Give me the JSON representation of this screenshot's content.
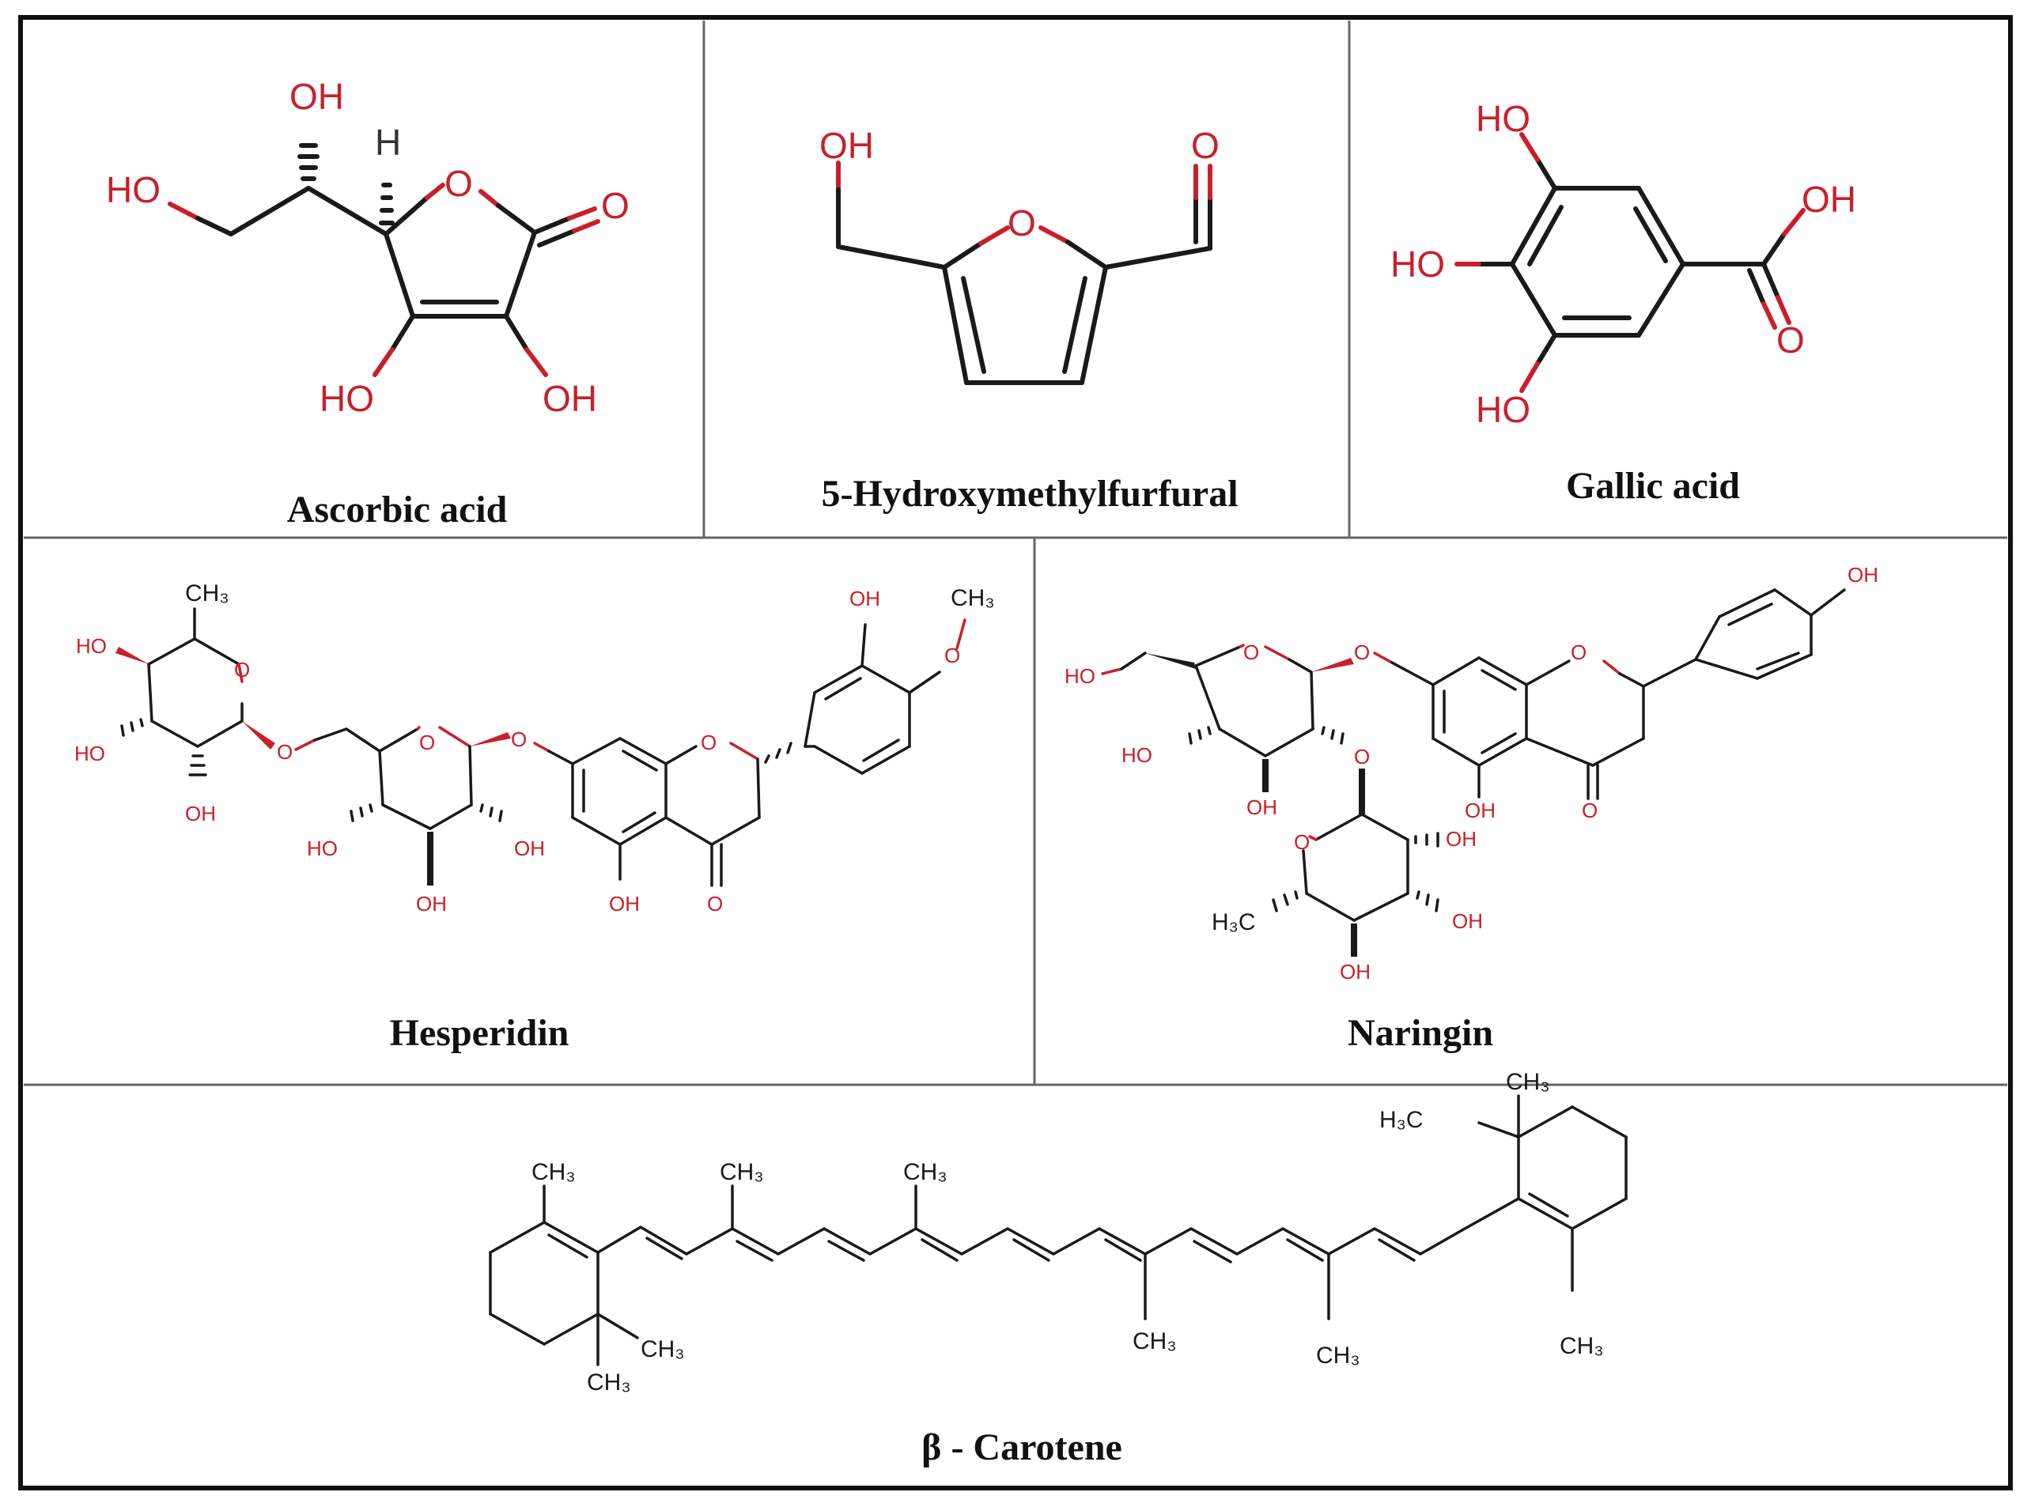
{
  "captions": {
    "ascorbic": "Ascorbic acid",
    "hmf": "5-Hydroxymethylfurfural",
    "gallic": "Gallic acid",
    "hesperidin": "Hesperidin",
    "naringin": "Naringin",
    "carotene": "β - Carotene"
  },
  "atoms": {
    "oh": "OH",
    "ho": "HO",
    "o": "O",
    "h": "H",
    "ch3": "CH₃",
    "h3c": "H₃C"
  },
  "colors": {
    "heteroatom": "#c8202a",
    "bond": "#1a1a1a",
    "grid": "#666666"
  }
}
